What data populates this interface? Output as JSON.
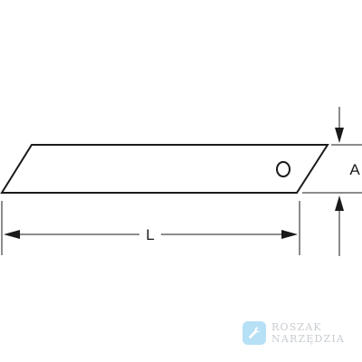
{
  "diagram": {
    "label_length": "L",
    "label_height": "A"
  },
  "watermark": {
    "line1": "ROSZAK",
    "line2": "NARZĘDZIA",
    "icon": "wrench-icon",
    "logo_color": "#7cc7ee",
    "text_color": "#9aa3ab"
  },
  "colors": {
    "line": "#1a1a1a",
    "background": "#ffffff"
  }
}
